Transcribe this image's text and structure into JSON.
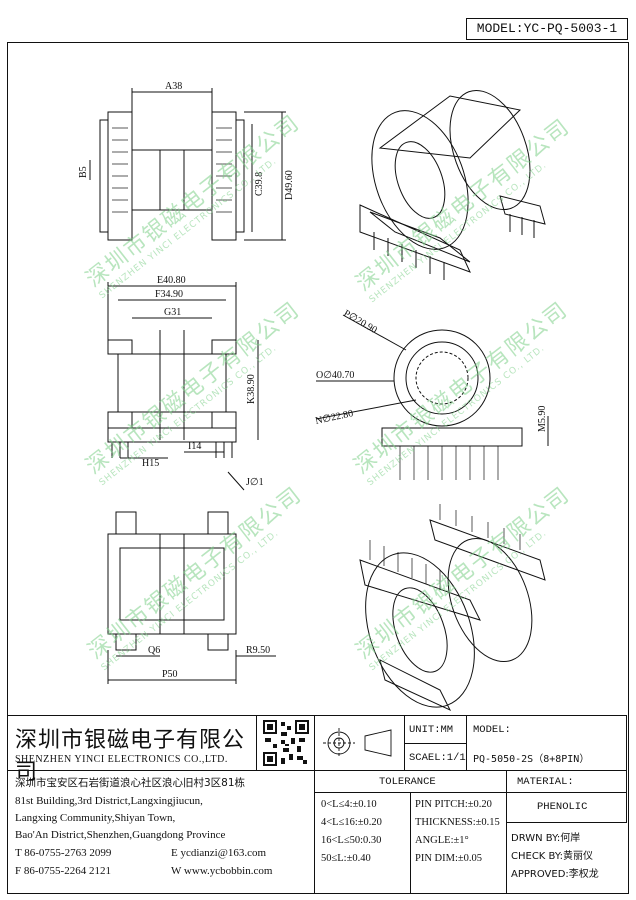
{
  "model_top": "MODEL:YC-PQ-5003-1",
  "watermark": {
    "cn": "深圳市银磁电子有限公司",
    "en": "SHENZHEN YINCI ELECTRONICS CO., LTD."
  },
  "dimensions": {
    "a": "A38",
    "b": "B5",
    "c": "C39.8",
    "d": "D49.60",
    "e": "E40.80",
    "f": "F34.90",
    "g": "G31",
    "k": "K38.90",
    "h": "H15",
    "i": "I14",
    "j": "J∅1",
    "p": "P50",
    "q": "Q6",
    "r": "R9.50",
    "pv": "P∅20.90",
    "o": "O∅40.70",
    "n": "N∅22.80",
    "m": "M5.90"
  },
  "title_block": {
    "company_cn": "深圳市银磁电子有限公司",
    "company_en": "SHENZHEN YINCI ELECTRONICS CO.,LTD.",
    "address": [
      "深圳市宝安区石岩街道浪心社区浪心旧村3区81栋",
      "81st Building,3rd District,Langxingjiucun,",
      "Langxing Community,Shiyan Town,",
      "Bao'An District,Shenzhen,Guangdong Province"
    ],
    "tel": "T 86-0755-2763 2099",
    "email": "E ycdianzi@163.com",
    "fax": "F 86-0755-2264 2121",
    "web": "W www.ycbobbin.com",
    "unit": "UNIT:MM",
    "scale": "SCAEL:1/1",
    "model_label": "MODEL:",
    "model_value": "PQ-5050-2S（8+8PIN）",
    "tolerance_title": "TOLERANCE",
    "tol_left": [
      "0<L≤4:±0.10",
      "4<L≤16:±0.20",
      "16<L≤50:0.30",
      "50≤L:±0.40"
    ],
    "tol_right": [
      "PIN PITCH:±0.20",
      "THICKNESS:±0.15",
      "ANGLE:±1°",
      "PIN DIM:±0.05"
    ],
    "material_label": "MATERIAL:",
    "material_value": "PHENOLIC",
    "drawn": "DRWN BY:何岸",
    "check": "CHECK BY:黄丽仪",
    "approved": "APPROVED:李权龙"
  }
}
